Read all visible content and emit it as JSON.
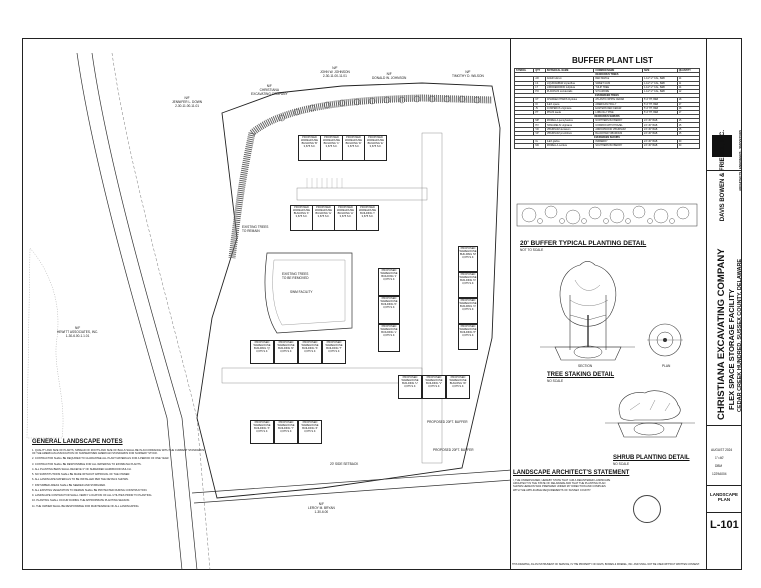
{
  "header": {
    "general_notes_title": "GENERAL LANDSCAPE NOTES",
    "buffer_list_title": "BUFFER PLANT LIST",
    "buffer_detail_title": "20' BUFFER TYPICAL PLANTING DETAIL",
    "tree_detail_title": "TREE STAKING DETAIL",
    "shrub_detail_title": "SHRUB PLANTING DETAIL",
    "architect_title": "LANDSCAPE ARCHITECT'S STATEMENT",
    "not_to_scale": "NOT TO SCALE",
    "section_label": "SECTION",
    "plan_label": "PLAN",
    "no_scale": "NO SCALE"
  },
  "title_block": {
    "company": "CHRISTIANA EXCAVATING COMPANY",
    "project": "FLEX SPACE STORAGE FACILITY",
    "location": "CEDAR CREEK HUNDRED, SUSSEX COUNTY, DELAWARE",
    "firm_name": "DAVIS BOWEN & FRIEDEL, INC.",
    "firm_tagline": "ARCHITECTS · ENGINEERS · SURVEYORS",
    "sheet_title": "LANDSCAPE PLAN",
    "sheet_number": "L-101",
    "date": "AUGUST 2024",
    "scale": "1\"=40'",
    "drawn": "DBM",
    "project_no": "1229A004"
  },
  "plant_list": {
    "headers": [
      "SYMBOL",
      "QTY",
      "BOTANICAL NAME",
      "COMMON NAME",
      "SIZE",
      "QUANTITY"
    ],
    "sections": [
      {
        "name": "DECIDUOUS TREES",
        "rows": [
          [
            "AR",
            "ACER rubrum",
            "RED MAPLE",
            "1-1/2\"-2\" CAL, B&B",
            "14"
          ],
          [
            "LS",
            "LIQUIDAMBAR styraciflua",
            "SWEET GUM",
            "1-1/2\"-2\" CAL, B&B",
            "11"
          ],
          [
            "LT",
            "LIRIODENDRON tulipifera",
            "TULIP TREE",
            "1-1/2\"-2\" CAL, B&B",
            "14"
          ],
          [
            "PO",
            "PLATANUS occidentalis",
            "SYCAMORE",
            "1-1/2\"-2\" CAL, B&B",
            "12"
          ]
        ]
      },
      {
        "name": "EVERGREEN TREES",
        "rows": [
          [
            "CT",
            "CHAMAECYPARIS thyoides",
            "ATLANTIC WHITE CEDAR",
            "5'-6' HT, B&B",
            "18"
          ],
          [
            "IO",
            "ILEX opaca",
            "AMERICAN HOLLY",
            "5'-6' HT, B&B",
            "17"
          ],
          [
            "JV",
            "JUNIPERUS virginiana",
            "EASTERN RED CEDAR",
            "5'-6' HT, B&B",
            "18"
          ],
          [
            "PT",
            "PINUS taeda",
            "LOBLOLLY PINE",
            "5'-6' HT, B&B",
            "17"
          ]
        ]
      },
      {
        "name": "DECIDUOUS SHRUBS",
        "rows": [
          [
            "MP",
            "MORELLA pensylvanica",
            "NORTHERN BAYBERRY",
            "24\"-30\" B&B",
            "15"
          ],
          [
            "HV",
            "HAMAMELIS virginiana",
            "COMMON WITCHHAZEL",
            "24\"-30\" B&B",
            "15"
          ],
          [
            "VD",
            "VIBURNUM dentatum",
            "ARROWWOOD VIBURNUM",
            "24\"-30\" B&B",
            "15"
          ],
          [
            "VP",
            "VIBURNUM prunifolium",
            "BLACKHAW VIBURNUM",
            "24\"-30\" B&B",
            "15"
          ]
        ]
      },
      {
        "name": "EVERGREEN SHRUBS",
        "rows": [
          [
            "IG",
            "ILEX glabra",
            "INKBERRY",
            "24\"-30\" B&B",
            "30"
          ],
          [
            "MC",
            "MORELLA cerifera",
            "SOUTHERN BAYBERRY",
            "24\"-30\" B&B",
            "30"
          ]
        ]
      }
    ]
  },
  "site": {
    "buildings": [
      {
        "label": "PROPOSED\nWAREHOUSE\nBUILDING 'B'\n3,675 S.F."
      },
      {
        "label": "PROPOSED\nWAREHOUSE\nBUILDING 'C'\n3,675 S.F."
      },
      {
        "label": "PROPOSED\nWAREHOUSE\nBUILDING 'D'\n3,675 S.F."
      },
      {
        "label": "PROPOSED\nWAREHOUSE\nBUILDING 'E'\n3,675 S.F."
      },
      {
        "label": "PROPOSED\nWAREHOUSE\nBUILDING 'F'\n3,675 S.F."
      },
      {
        "label": "PROPOSED\nWAREHOUSE\nBUILDING 'G'\n3,675 S.F."
      },
      {
        "label": "PROPOSED\nWAREHOUSE\nBUILDING 'H'\n3,675 S.F."
      },
      {
        "label": "PROPOSED\nWAREHOUSE\nBUILDING 'I'\n3,675 S.F."
      },
      {
        "label": "PROPOSED\nWAREHOUSE\nBUILDING 'J'\n3,675 S.F."
      },
      {
        "label": "PROPOSED\nWAREHOUSE\nBUILDING 'K'\n3,675 S.F."
      },
      {
        "label": "PROPOSED\nWAREHOUSE\nBUILDING 'L'\n3,675 S.F."
      },
      {
        "label": "PROPOSED\nWAREHOUSE\nBUILDING 'M'\n3,675 S.F."
      },
      {
        "label": "PROPOSED\nWAREHOUSE\nBUILDING 'N'\n3,675 S.F."
      },
      {
        "label": "PROPOSED\nWAREHOUSE\nBUILDING 'O'\n3,675 S.F."
      },
      {
        "label": "PROPOSED\nWAREHOUSE\nBUILDING 'P'\n3,675 S.F."
      },
      {
        "label": "PROPOSED\nWAREHOUSE\nBUILDING 'Q'\n3,675 S.F."
      },
      {
        "label": "PROPOSED\nWAREHOUSE\nBUILDING 'R'\n3,675 S.F."
      },
      {
        "label": "PROPOSED\nWAREHOUSE\nBUILDING 'S'\n3,675 S.F."
      },
      {
        "label": "PROPOSED\nWAREHOUSE\nBUILDING 'T'\n3,675 S.F."
      },
      {
        "label": "PROPOSED\nWAREHOUSE\nBUILDING 'U'\n3,675 S.F."
      },
      {
        "label": "PROPOSED\nWAREHOUSE\nBUILDING 'V'\n3,675 S.F."
      },
      {
        "label": "PROPOSED\nWAREHOUSE\nBUILDING 'W'\n3,675 S.F."
      },
      {
        "label": "PROPOSED\nWAREHOUSE\nBUILDING 'X'\n3,675 S.F."
      },
      {
        "label": "PROPOSED\nWAREHOUSE\nBUILDING 'Y'\n3,675 S.F."
      },
      {
        "label": "PROPOSED\nWAREHOUSE\nBUILDING 'Z'\n3,675 S.F."
      }
    ],
    "owner_labels": [
      "N/F\nCHRISTIANA\nEXCAVATING COMPANY",
      "N/F\nJOHN W. JOHNSON\n2-30-11.00-11.01",
      "N/F\nDONALD W. JOHNSON",
      "N/F\nTIMOTHY D. WILSON",
      "N/F\nJENNIFER L. DOWN\n2-30-11.00-11.01",
      "N/F\nHEWITT ASSOCIATES, INC.\n1-30-6.00-1.1.01",
      "N/F\nLEROY M. BRYAN\n1-30-6.00"
    ],
    "misc_labels": [
      "EXISTING TREES\nTO REMAIN",
      "EXISTING TREES\nTO BE REMOVED",
      "SWM FACILITY",
      "PROPOSED 20FT. BUFFER",
      "PROPOSED 20FT. BUFFER",
      "20' SIDE SETBACK"
    ]
  },
  "notes": [
    "1. QUALITY AND SIZE OF PLANTS, SPREAD OF ROOTS AND SIZE OF BALLS SHALL BE IN ACCORDANCE WITH THE CURRENT STANDARDS OF THE AMERICAN ASSOCIATION OF NURSERYMEN AMERICAN STANDARDS FOR NURSERY STOCK.",
    "2. CONTRACTOR SHALL BE REQUIRED TO GUARANTEE ALL PLANT MATERIALS FOR A PERIOD OF ONE YEAR.",
    "3. CONTRACTOR SHALL BE RESPONSIBLE FOR ALL WATERING TO ESTABLISH PLANTS.",
    "4. ALL PLANTING BEDS SHALL RECEIVE 3\" OF SHREDDED HARDWOOD MULCH.",
    "5. NO SUBSTITUTIONS SHALL BE MADE WITHOUT APPROVAL OF THE OWNER.",
    "6. ALL LANDSCAPE MATERIALS TO BE INSTALLED PER THE DETAILS SHOWN.",
    "7. DISTURBED AREAS SHALL BE SEEDED AND STABILIZED.",
    "8. ALL EXISTING VEGETATION TO REMAIN SHALL BE PROTECTED DURING CONSTRUCTION.",
    "9. LANDSCAPE CONTRACTOR SHALL VERIFY LOCATION OF ALL UTILITIES PRIOR TO PLANTING.",
    "10. PLANTING SHALL OCCUR DURING THE APPROPRIATE PLANTING SEASON.",
    "11. THE OWNER SHALL BE RESPONSIBLE FOR MAINTENANCE OF ALL LANDSCAPING."
  ],
  "architect_statement": "I, THE UNDERSIGNED, HEREBY STATE THAT I AM A REGISTERED LANDSCAPE ARCHITECT IN THE STATE OF DELAWARE AND THAT THE PLANTING PLAN SHOWN HEREON WAS PREPARED UNDER MY DIRECTION AND COMPLIES WITH THE APPLICABLE REQUIREMENTS OF SUSSEX COUNTY.",
  "footer_note": "THIS DRAWING, AS AN INSTRUMENT OF SERVICE, IS THE PROPERTY OF DAVIS, BOWEN & FRIEDEL, INC. AND SHALL NOT BE USED WITHOUT WRITTEN CONSENT."
}
